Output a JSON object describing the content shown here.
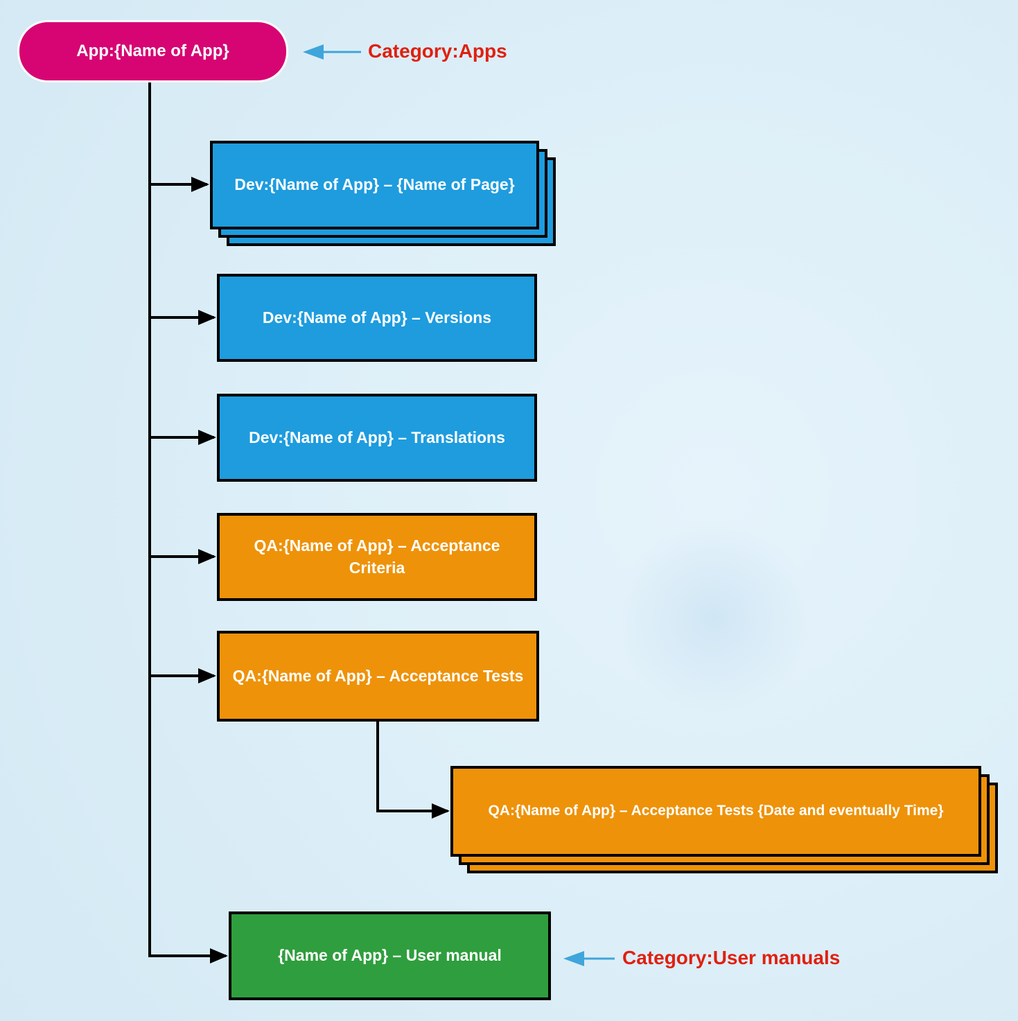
{
  "diagram": {
    "root": {
      "label": "App:{Name of App}",
      "category": "app"
    },
    "children": [
      {
        "id": "dev-page",
        "label": "Dev:{Name of App} – {Name of Page}",
        "category": "dev",
        "stacked": true
      },
      {
        "id": "dev-versions",
        "label": "Dev:{Name of App} – Versions",
        "category": "dev",
        "stacked": false
      },
      {
        "id": "dev-translations",
        "label": "Dev:{Name of App} – Translations",
        "category": "dev",
        "stacked": false
      },
      {
        "id": "qa-criteria",
        "label": "QA:{Name of App} – Acceptance Criteria",
        "category": "qa",
        "stacked": false
      },
      {
        "id": "qa-tests",
        "label": "QA:{Name of App} – Acceptance Tests",
        "category": "qa",
        "stacked": false
      },
      {
        "id": "qa-tests-date",
        "label": "QA:{Name of App} – Acceptance Tests {Date and eventually Time}",
        "category": "qa",
        "stacked": true
      },
      {
        "id": "user-manual",
        "label": "{Name of App} – User manual",
        "category": "manual",
        "stacked": false
      }
    ],
    "annotations": [
      {
        "label": "Category:Apps"
      },
      {
        "label": "Category:User manuals"
      }
    ],
    "colors": {
      "app_pink": "#D60573",
      "dev_blue": "#1E9CDE",
      "qa_orange": "#EE9209",
      "manual_green": "#2F9E3E",
      "annotation_red": "#E02010",
      "annotation_arrow_blue": "#3FA5DB",
      "connector_black": "#000000",
      "background_light_blue": "#DCEEF8"
    }
  }
}
